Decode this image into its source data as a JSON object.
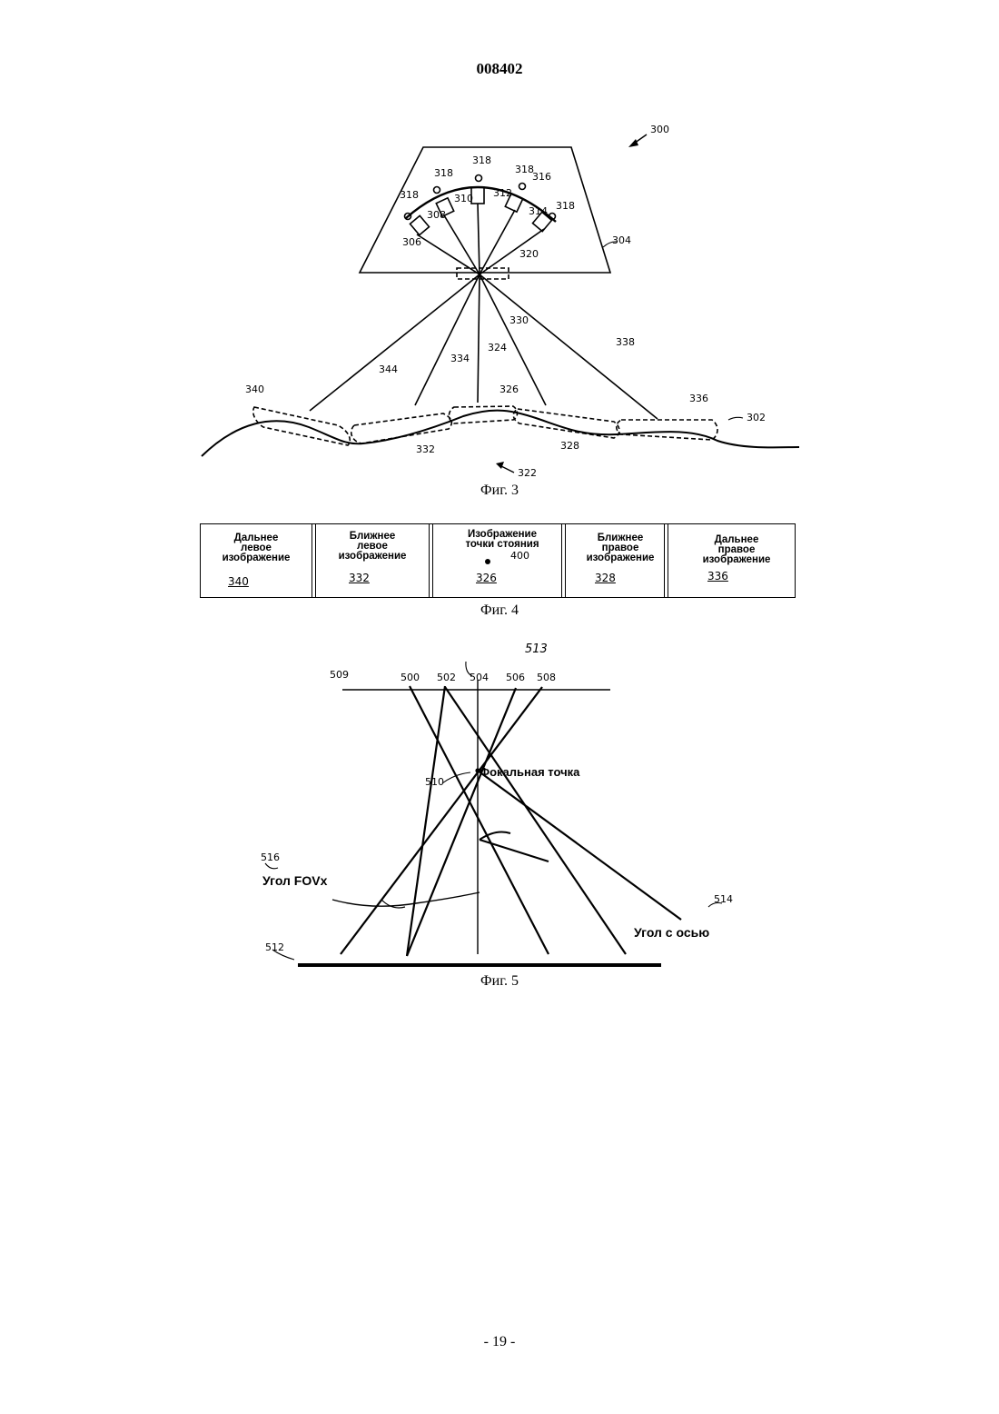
{
  "header": {
    "doc_number": "008402"
  },
  "figure3": {
    "caption": "Фиг. 3",
    "refs": {
      "r300": "300",
      "r304": "304",
      "r306": "306",
      "r308": "308",
      "r310": "310",
      "r312": "312",
      "r314": "314",
      "r316": "316",
      "r318": "318",
      "r320": "320",
      "r324": "324",
      "r326": "326",
      "r328": "328",
      "r330": "330",
      "r332": "332",
      "r334": "334",
      "r336": "336",
      "r338": "338",
      "r340": "340",
      "r344": "344",
      "r302": "302",
      "r322": "322"
    }
  },
  "figure4": {
    "caption": "Фиг. 4",
    "cells": [
      {
        "lines": [
          "Дальнее",
          "левое",
          "изображение"
        ],
        "ref": "340"
      },
      {
        "lines": [
          "Ближнее",
          "левое",
          "изображение"
        ],
        "ref": "332"
      },
      {
        "lines": [
          "Изображение",
          "точки стояния"
        ],
        "ref": "326",
        "point_ref": "400"
      },
      {
        "lines": [
          "Ближнее",
          "правое",
          "изображение"
        ],
        "ref": "328"
      },
      {
        "lines": [
          "Дальнее",
          "правое",
          "изображение"
        ],
        "ref": "336"
      }
    ]
  },
  "figure5": {
    "caption": "Фиг. 5",
    "focal_label": "Фокальная точка",
    "fov_label": "Угол FOVx",
    "axis_angle_label": "Угол с осью",
    "refs": {
      "r500": "500",
      "r502": "502",
      "r504": "504",
      "r506": "506",
      "r508": "508",
      "r509": "509",
      "r510": "510",
      "r512": "512",
      "r513": "513",
      "r514": "514",
      "r516": "516"
    }
  },
  "footer": {
    "page": "- 19 -"
  }
}
